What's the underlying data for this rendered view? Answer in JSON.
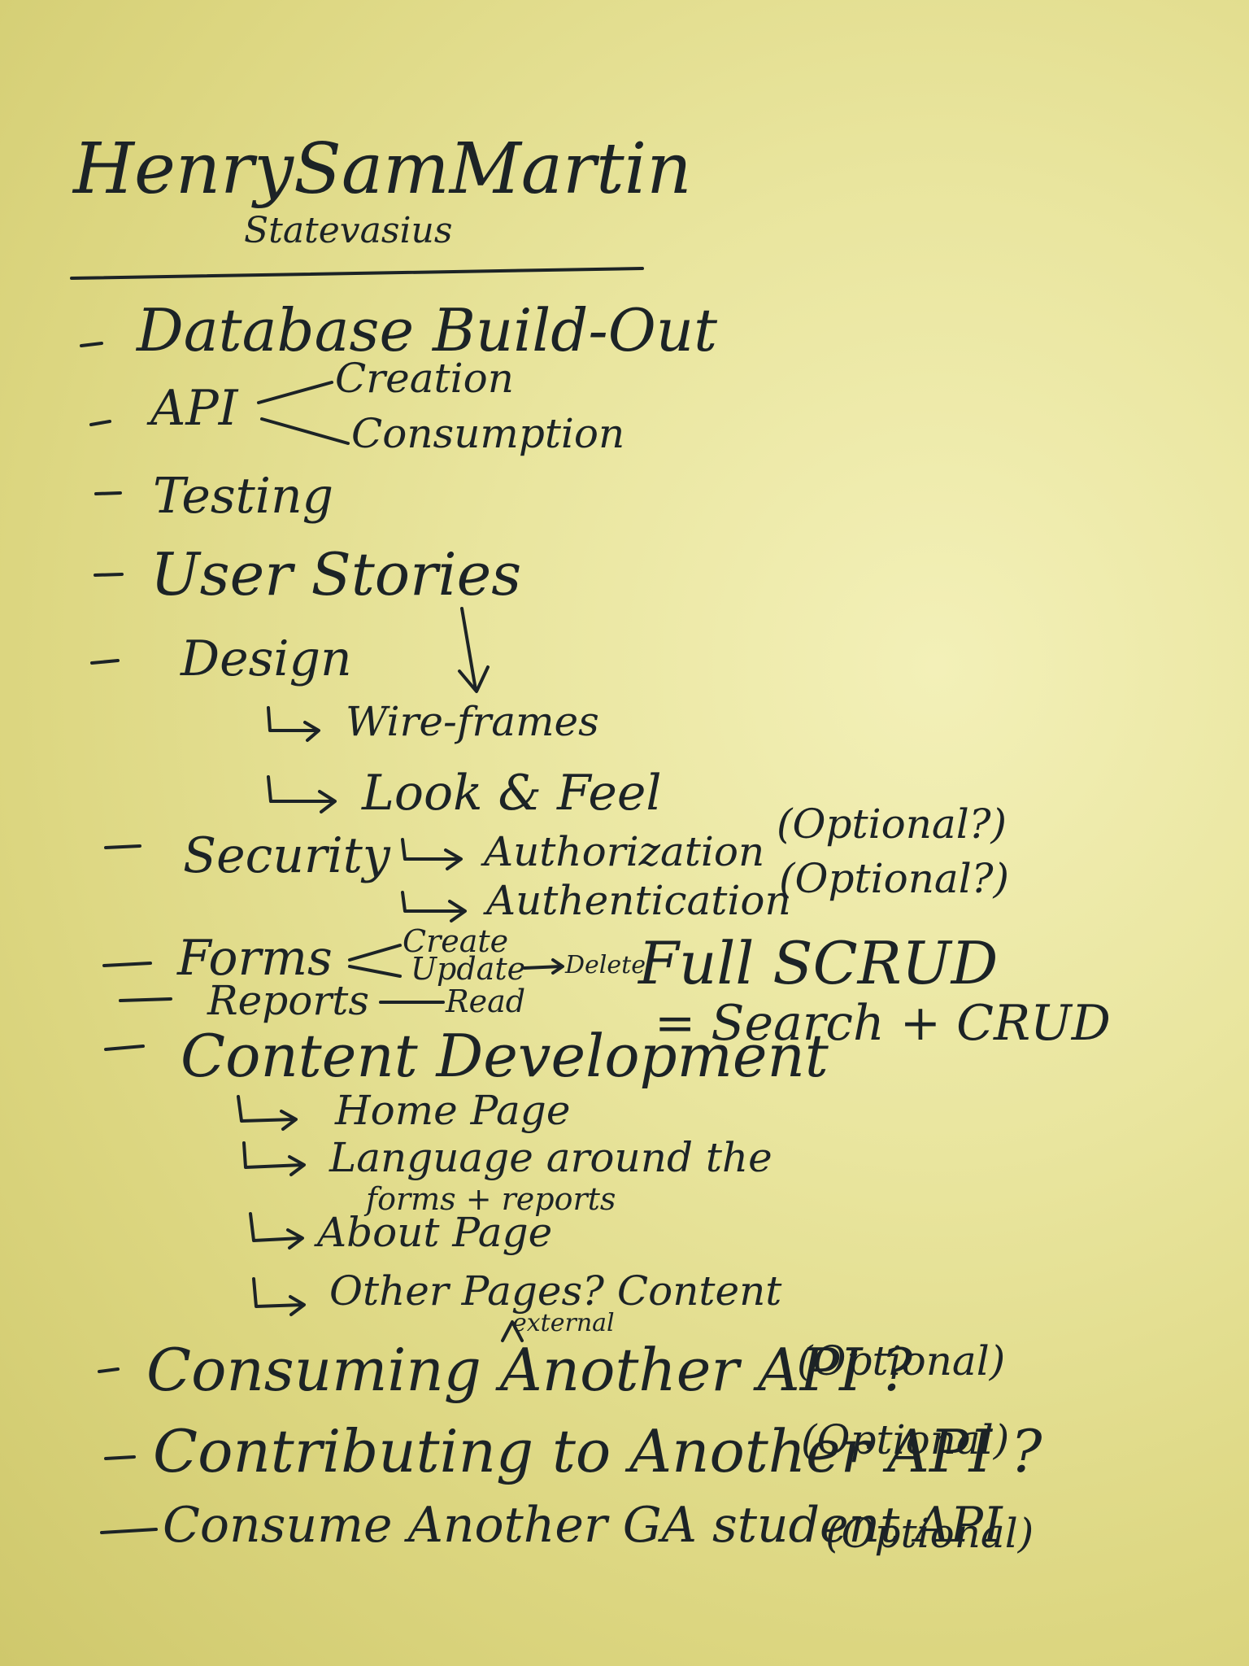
{
  "title": "HenrySamMartin",
  "subtitle": "Statevasius",
  "items": {
    "database": "Database Build-Out",
    "api": "API",
    "api_creation": "Creation",
    "api_consumption": "Consumption",
    "testing": "Testing",
    "user_stories": "User Stories",
    "design": "Design",
    "wireframes": "Wire-frames",
    "look_feel": "Look & Feel",
    "security": "Security",
    "authorization": "Authorization",
    "authentication": "Authentication",
    "optional_q1": "(Optional?)",
    "optional_q2": "(Optional?)",
    "forms": "Forms",
    "create": "Create",
    "update": "Update",
    "delete": "Delete",
    "reports": "Reports",
    "read": "Read",
    "full_scrud": "Full SCRUD",
    "scrud_def": "= Search + CRUD",
    "content_dev": "Content Development",
    "home_page": "Home Page",
    "language": "Language around the",
    "language2": "forms + reports",
    "about_page": "About Page",
    "other_pages": "Other Pages? Content",
    "external": "external",
    "consuming": "Consuming Another API ?",
    "optional3": "(Optional)",
    "contributing": "Contributing to Another API ?",
    "optional4": "(Optional)",
    "consume_ga": "Consume Another GA student API",
    "optional5": "(Optional)"
  }
}
